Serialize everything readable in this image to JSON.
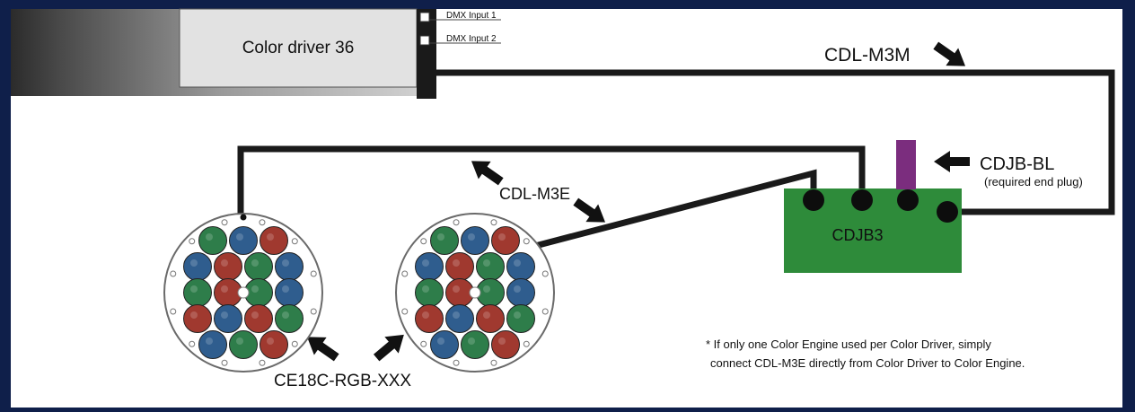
{
  "driver": {
    "label": "Color driver 36",
    "input1": "DMX Input 1",
    "input2": "DMX Input 2"
  },
  "cables": {
    "main": "CDL-M3M",
    "engine": "CDL-M3E"
  },
  "junction": {
    "label": "CDJB3",
    "plug_label": "CDJB-BL",
    "plug_note": "(required end plug)"
  },
  "engines": {
    "label": "CE18C-RGB-XXX"
  },
  "note": {
    "line1": "* If only one Color Engine used per Color Driver, simply",
    "line2": "connect CDL-M3E directly from Color Driver to Color Engine."
  },
  "colors": {
    "frame": "#0f1f4a",
    "background": "#ffffff",
    "cable": "#1a1a1a",
    "junction_box": "#2e8b3a",
    "end_plug": "#7b2d7e",
    "led_red": "#a0392f",
    "led_green": "#2e7d4a",
    "led_blue": "#2f5d8e"
  }
}
